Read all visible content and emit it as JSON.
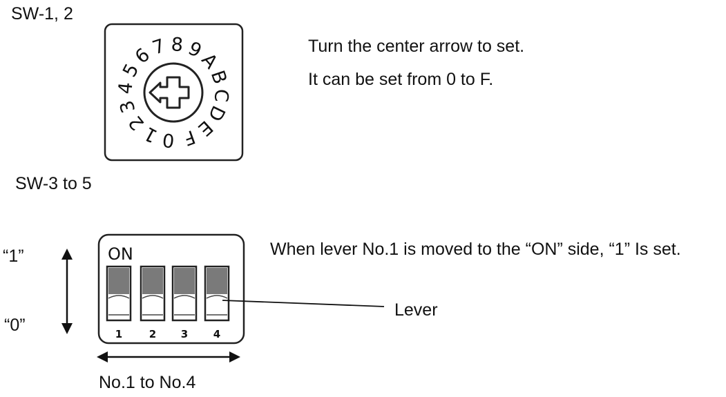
{
  "rotary_switch": {
    "title": "SW-1, 2",
    "digits": [
      "0",
      "1",
      "2",
      "3",
      "4",
      "5",
      "6",
      "7",
      "8",
      "9",
      "A",
      "B",
      "C",
      "D",
      "E",
      "F"
    ],
    "instruction_1": "Turn the center arrow to set.",
    "instruction_2": "It can be set from 0 to F."
  },
  "dip_switch": {
    "title": "SW-3 to 5",
    "on_label": "ON",
    "lever_numbers": [
      "1",
      "2",
      "3",
      "4"
    ],
    "value_high": "“1”",
    "value_low": "“0”",
    "description": "When lever No.1 is moved to the “ON” side, “1” Is set.",
    "lever_callout": "Lever",
    "range_label": "No.1 to No.4"
  }
}
